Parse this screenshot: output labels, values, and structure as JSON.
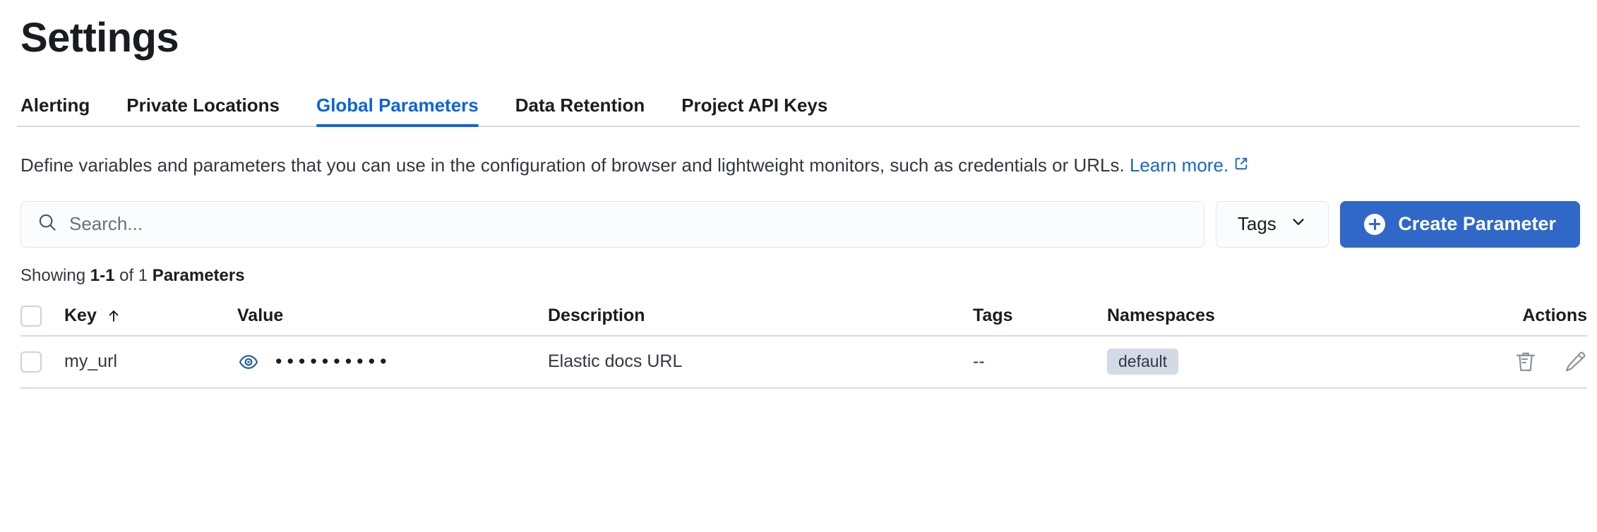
{
  "page": {
    "title": "Settings"
  },
  "tabs": [
    {
      "label": "Alerting",
      "active": false
    },
    {
      "label": "Private Locations",
      "active": false
    },
    {
      "label": "Global Parameters",
      "active": true
    },
    {
      "label": "Data Retention",
      "active": false
    },
    {
      "label": "Project API Keys",
      "active": false
    }
  ],
  "description": {
    "text": "Define variables and parameters that you can use in the configuration of browser and lightweight monitors, such as credentials or URLs. ",
    "link_label": "Learn more.",
    "link_icon": "external-link-icon"
  },
  "toolbar": {
    "search_placeholder": "Search...",
    "search_value": "",
    "search_icon": "search-icon",
    "tags_label": "Tags",
    "tags_chevron_icon": "chevron-down-icon",
    "create_label": "Create Parameter",
    "create_icon": "plus-circle-icon",
    "accent_color": "#3068c8"
  },
  "results": {
    "showing_prefix": "Showing ",
    "range": "1-1",
    "of": " of ",
    "total": "1",
    "unit": " Parameters"
  },
  "table": {
    "select_all_name": "select-all-checkbox",
    "columns": [
      {
        "label": "Key",
        "sorted": true,
        "sort_icon": "sort-asc-arrow-icon"
      },
      {
        "label": "Value",
        "sorted": false
      },
      {
        "label": "Description",
        "sorted": false
      },
      {
        "label": "Tags",
        "sorted": false
      },
      {
        "label": "Namespaces",
        "sorted": false
      },
      {
        "label": "Actions",
        "sorted": false
      }
    ],
    "rows": [
      {
        "key": "my_url",
        "value_masked": "••••••••••",
        "value_toggle_icon": "eye-icon",
        "description": "Elastic docs URL",
        "tags": "--",
        "namespaces": [
          "default"
        ],
        "actions": [
          {
            "name": "delete-icon",
            "label": "Delete"
          },
          {
            "name": "edit-pencil-icon",
            "label": "Edit"
          }
        ]
      }
    ]
  },
  "colors": {
    "accent_blue": "#0b64dd",
    "link_blue": "#1868c9",
    "button_blue": "#3068c8",
    "eye_blue": "#2b5f9e",
    "border": "#d3dae6",
    "badge_bg": "#d3dae6"
  }
}
